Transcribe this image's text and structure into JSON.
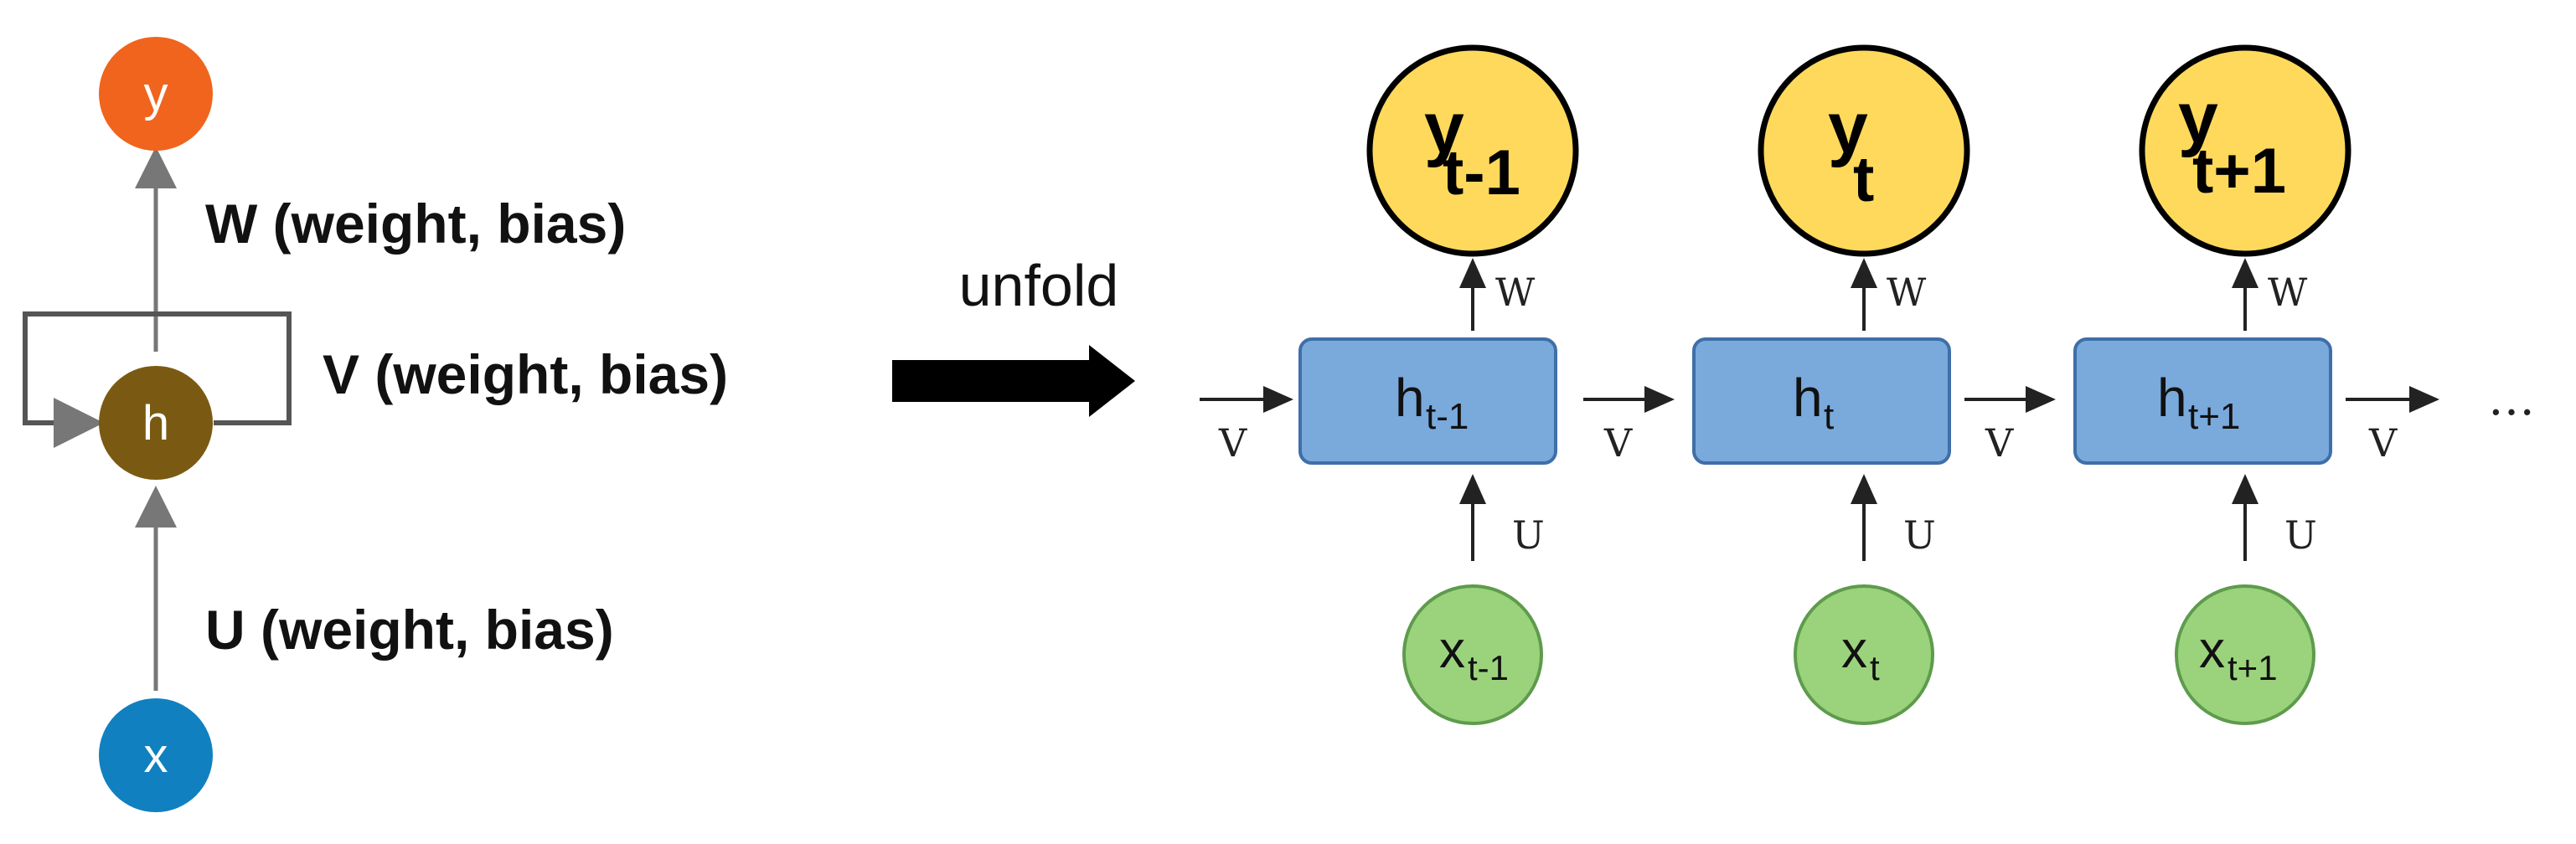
{
  "folded": {
    "nodes": {
      "output": "y",
      "hidden": "h",
      "input": "x"
    },
    "labels": {
      "w": "W (weight, bias)",
      "v": "V (weight, bias)",
      "u": "U (weight, bias)"
    }
  },
  "transition_label": "unfold",
  "unfolded": {
    "steps": [
      {
        "y": "y",
        "y_sub": "t-1",
        "h": "h",
        "h_sub": "t-1",
        "x": "x",
        "x_sub": "t-1"
      },
      {
        "y": "y",
        "y_sub": "t",
        "h": "h",
        "h_sub": "t",
        "x": "x",
        "x_sub": "t"
      },
      {
        "y": "y",
        "y_sub": "t+1",
        "h": "h",
        "h_sub": "t+1",
        "x": "x",
        "x_sub": "t+1"
      }
    ],
    "edge_labels": {
      "w": "W",
      "u": "U",
      "v": "V"
    },
    "ellipsis": "…"
  },
  "colors": {
    "folded_y": "#f0641e",
    "folded_h": "#7a5a12",
    "folded_x": "#1080c0",
    "y_node": "#ffd95c",
    "h_box": "#7aa9dc",
    "h_box_border": "#3f6fa8",
    "x_node": "#9bd37d",
    "x_node_border": "#5e9b4c"
  }
}
